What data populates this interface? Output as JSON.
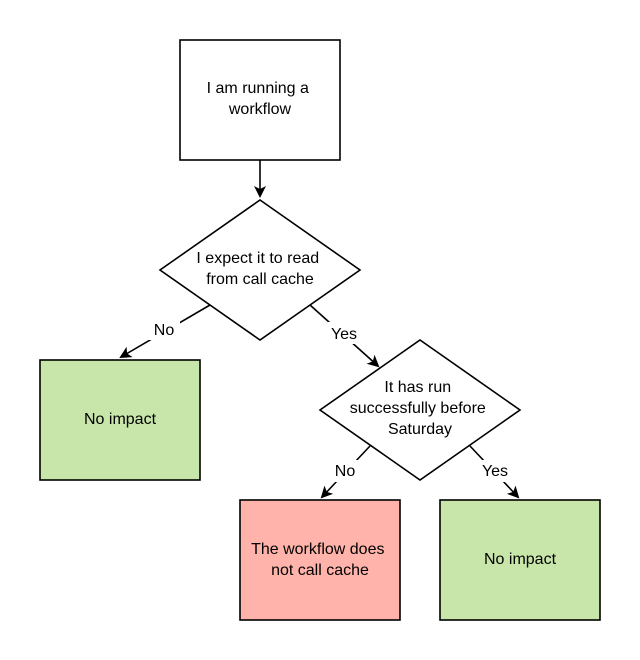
{
  "colors": {
    "stroke": "#000000",
    "plain_fill": "#ffffff",
    "impact_none_fill": "#c9e6aa",
    "no_cache_fill": "#ffb3aa",
    "edge_label_bg": "#ffffff"
  },
  "nodes": {
    "start": {
      "lines": [
        "I am running a",
        "workflow"
      ]
    },
    "expect_cache": {
      "lines": [
        "I expect it to read",
        "from call cache"
      ]
    },
    "no_impact_left": {
      "lines": [
        "No impact"
      ]
    },
    "ran_before": {
      "lines": [
        "It has run",
        "successfully before",
        "Saturday"
      ]
    },
    "no_call_cache": {
      "lines": [
        "The workflow does",
        "not call cache"
      ]
    },
    "no_impact_right": {
      "lines": [
        "No impact"
      ]
    }
  },
  "edges": {
    "expect_no": "No",
    "expect_yes": "Yes",
    "ran_no": "No",
    "ran_yes": "Yes"
  }
}
